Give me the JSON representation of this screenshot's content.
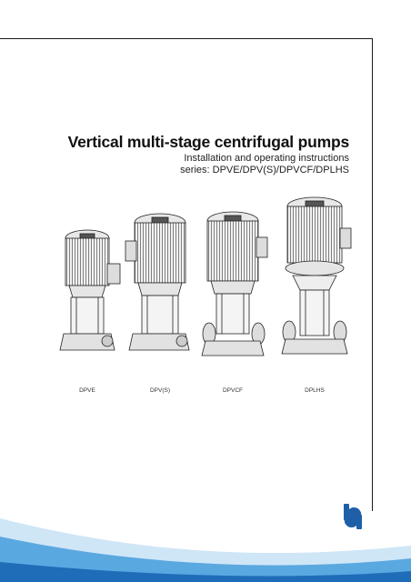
{
  "document": {
    "title": "Vertical multi-stage centrifugal pumps",
    "subtitle_line1": "Installation and operating instructions",
    "subtitle_line2": "series: DPVE/DPV(S)/DPVCF/DPLHS"
  },
  "pumps": [
    {
      "label": "DPVE"
    },
    {
      "label": "DPV(S)"
    },
    {
      "label": "DPVCF"
    },
    {
      "label": "DPLHS"
    }
  ],
  "colors": {
    "wave_light": "#cfe6f7",
    "wave_mid": "#5aa8e0",
    "wave_dark": "#1f6cb8",
    "logo": "#1e5fa8"
  },
  "icons": {
    "brand_logo": "dp-logo-icon"
  }
}
